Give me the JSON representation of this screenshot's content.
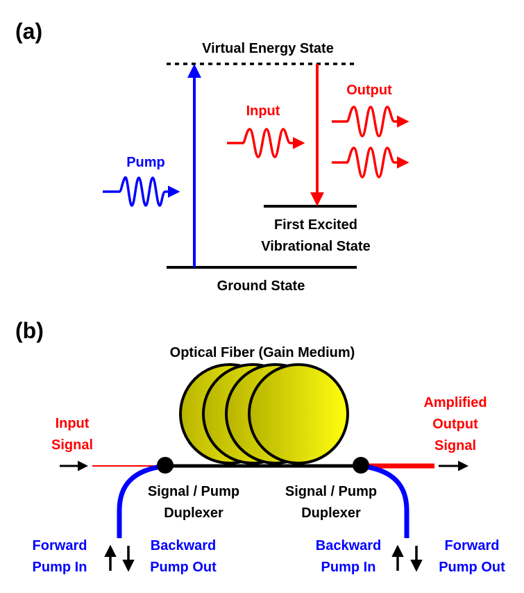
{
  "panel_a": {
    "label": "(a)",
    "virtual_state": "Virtual Energy State",
    "pump": "Pump",
    "input": "Input",
    "output": "Output",
    "excited_state_line1": "First Excited",
    "excited_state_line2": "Vibrational State",
    "ground_state": "Ground State",
    "colors": {
      "pump": "#0000ff",
      "signal": "#ff0000",
      "line": "#000000"
    }
  },
  "panel_b": {
    "label": "(b)",
    "fiber_title": "Optical Fiber (Gain Medium)",
    "input_signal_line1": "Input",
    "input_signal_line2": "Signal",
    "amplified_line1": "Amplified",
    "amplified_line2": "Output",
    "amplified_line3": "Signal",
    "duplexer_left_line1": "Signal / Pump",
    "duplexer_left_line2": "Duplexer",
    "duplexer_right_line1": "Signal / Pump",
    "duplexer_right_line2": "Duplexer",
    "forward_pump_in_line1": "Forward",
    "forward_pump_in_line2": "Pump In",
    "backward_pump_out_line1": "Backward",
    "backward_pump_out_line2": "Pump Out",
    "backward_pump_in_line1": "Backward",
    "backward_pump_in_line2": "Pump In",
    "forward_pump_out_line1": "Forward",
    "forward_pump_out_line2": "Pump Out",
    "colors": {
      "fiber_coil_start": "#c9c400",
      "fiber_coil_end": "#ffff00",
      "pump": "#0000ff",
      "signal": "#ff0000"
    }
  }
}
